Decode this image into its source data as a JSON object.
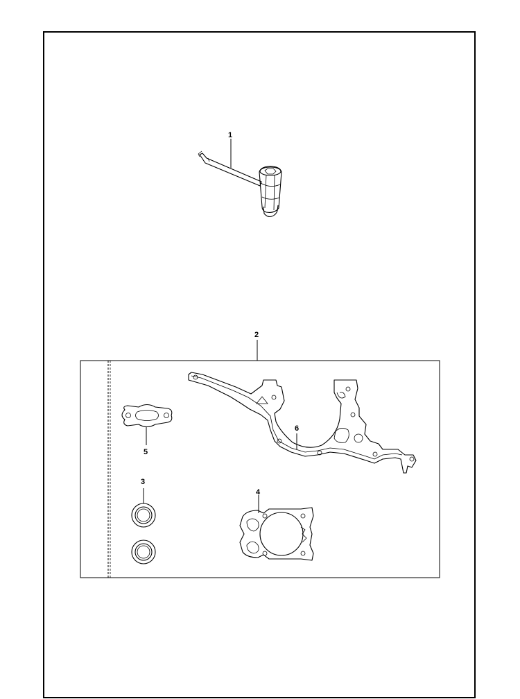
{
  "diagram": {
    "callouts": [
      {
        "id": "1",
        "label": "1"
      },
      {
        "id": "2",
        "label": "2"
      },
      {
        "id": "3",
        "label": "3"
      },
      {
        "id": "4",
        "label": "4"
      },
      {
        "id": "5",
        "label": "5"
      },
      {
        "id": "6",
        "label": "6"
      }
    ],
    "line_color": "#000000",
    "background": "#ffffff"
  }
}
